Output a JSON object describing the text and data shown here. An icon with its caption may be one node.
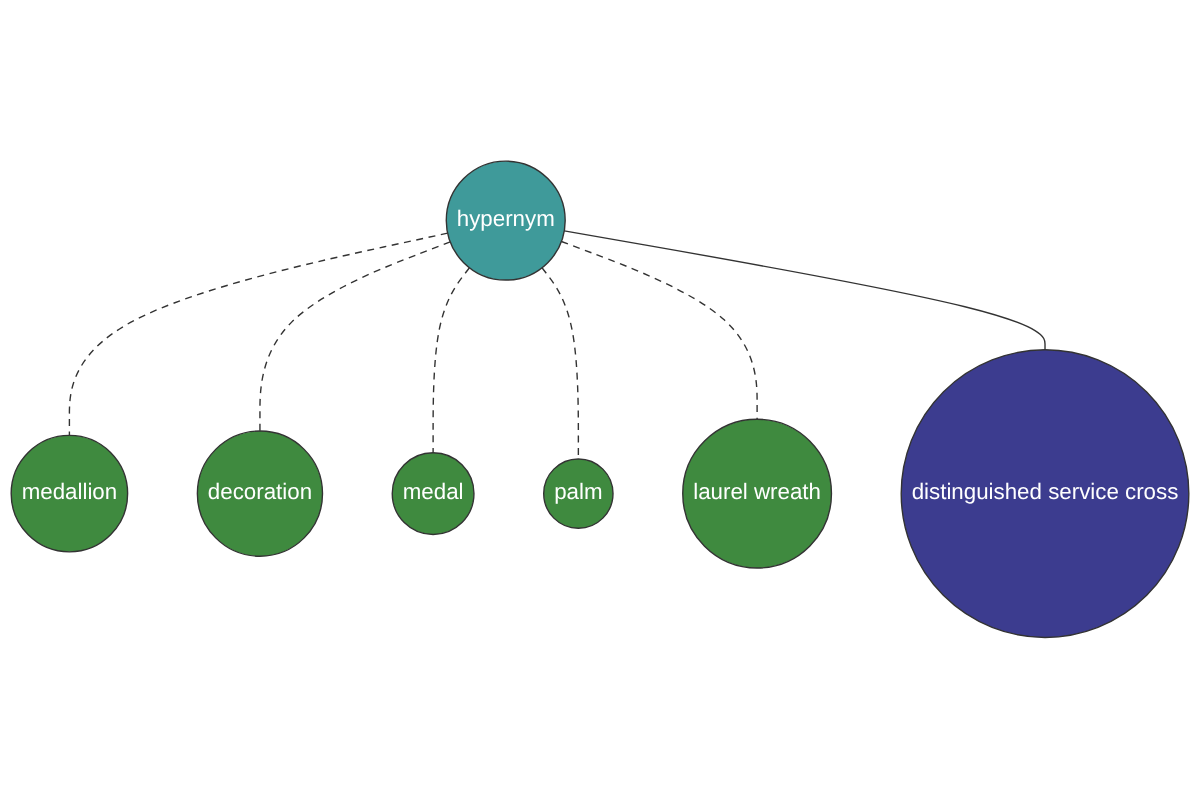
{
  "diagram": {
    "nodes": [
      {
        "text": [
          "medallion"
        ]
      },
      {
        "text": [
          "decoration"
        ]
      },
      {
        "text": [
          "medal"
        ]
      },
      {
        "text": [
          "hypernym"
        ]
      },
      {
        "text": [
          "palm"
        ]
      },
      {
        "text": [
          "laurel wreath"
        ]
      },
      {
        "text": [
          "distinguished service cross"
        ]
      }
    ],
    "edges": [
      {
        "from": 3,
        "to": 0,
        "arrow": "none",
        "style": "dashed"
      },
      {
        "from": 3,
        "to": 1,
        "arrow": "none",
        "style": "dashed"
      },
      {
        "from": 3,
        "to": 2,
        "arrow": "none",
        "style": "dashed"
      },
      {
        "from": 3,
        "to": 4,
        "arrow": "none",
        "style": "dashed"
      },
      {
        "from": 3,
        "to": 5,
        "arrow": "none",
        "style": "dashed"
      },
      {
        "from": 3,
        "to": 6,
        "arrow": "none"
      }
    ]
  }
}
